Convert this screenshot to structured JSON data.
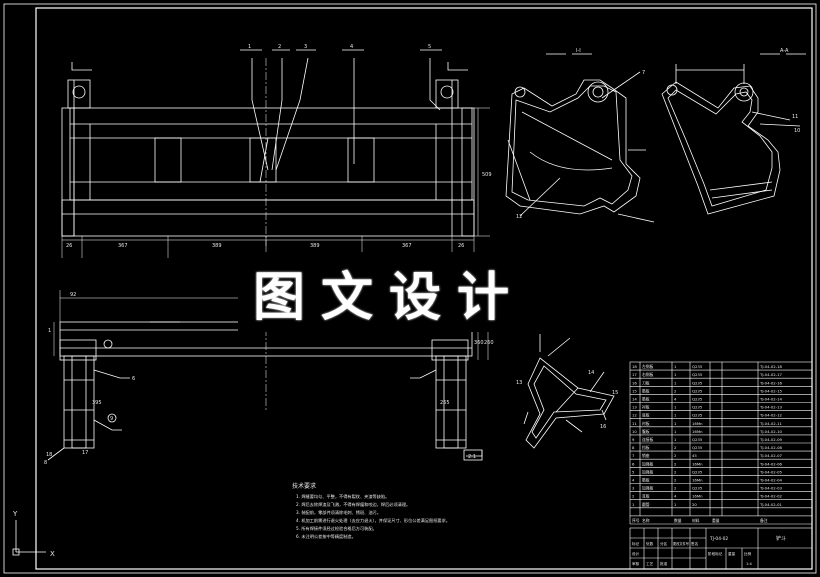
{
  "watermark": "图文设计",
  "views": {
    "section_1": "I-I",
    "section_2": "A-A",
    "detail_scale": "2:1"
  },
  "dimensions": {
    "front": [
      "26",
      "367",
      "389",
      "389",
      "367",
      "26",
      "509"
    ],
    "side": [
      "92",
      "1",
      "360",
      "260",
      "395",
      "265"
    ]
  },
  "balloons": [
    "1",
    "2",
    "3",
    "4",
    "5",
    "6",
    "7",
    "8",
    "9",
    "10",
    "11",
    "12",
    "13",
    "14",
    "15",
    "16",
    "17",
    "18"
  ],
  "tech_requirements": {
    "title": "技术要求",
    "lines": [
      "1. 焊缝要均匀、平整，不得有裂纹、夹渣等缺陷。",
      "2. 焊后去除焊渣及飞溅，不得有焊瘤和咬边，焊后必须清理。",
      "3. 装配前，零部件须清除毛刺、锈斑、油污。",
      "4. 机加工前需进行退火处理（去应力退火），并保证尺寸、形位公差满足图纸要求。",
      "5. 所有焊接件须经过检验合格后方可装配。",
      "6. 未注明公差按中等精度制造。"
    ]
  },
  "bom": {
    "headers": [
      "序号",
      "名称",
      "数量",
      "材料",
      "重量",
      "备注"
    ],
    "rows": [
      [
        "18",
        "左侧板",
        "1",
        "Q235",
        "",
        "TJ-04-02-18"
      ],
      [
        "17",
        "右侧板",
        "1",
        "Q235",
        "",
        "TJ-04-02-17"
      ],
      [
        "16",
        "刀板",
        "1",
        "Q235",
        "",
        "TJ-04-02-16"
      ],
      [
        "15",
        "筋板",
        "2",
        "Q235",
        "",
        "TJ-04-02-15"
      ],
      [
        "14",
        "筋板",
        "4",
        "Q235",
        "",
        "TJ-04-02-14"
      ],
      [
        "13",
        "衬板",
        "1",
        "Q235",
        "",
        "TJ-04-02-13"
      ],
      [
        "12",
        "底板",
        "1",
        "Q235",
        "",
        "TJ-04-02-12"
      ],
      [
        "11",
        "衬板",
        "1",
        "16Mn",
        "",
        "TJ-04-02-11"
      ],
      [
        "10",
        "腹板",
        "1",
        "16Mn",
        "",
        "TJ-04-02-10"
      ],
      [
        "9",
        "连接板",
        "1",
        "Q235",
        "",
        "TJ-04-02-09"
      ],
      [
        "8",
        "挡板",
        "2",
        "Q235",
        "",
        "TJ-04-02-08"
      ],
      [
        "7",
        "销座",
        "2",
        "45",
        "",
        "TJ-04-02-07"
      ],
      [
        "6",
        "加强板",
        "2",
        "16Mn",
        "",
        "TJ-04-02-06"
      ],
      [
        "5",
        "加强板",
        "2",
        "Q235",
        "",
        "TJ-04-02-05"
      ],
      [
        "4",
        "筋板",
        "2",
        "16Mn",
        "",
        "TJ-04-02-04"
      ],
      [
        "3",
        "加强板",
        "2",
        "Q235",
        "",
        "TJ-04-02-03"
      ],
      [
        "2",
        "耳板",
        "4",
        "16Mn",
        "",
        "TJ-04-02-02"
      ],
      [
        "1",
        "圆管",
        "1",
        "20",
        "",
        "TJ-04-02-01"
      ]
    ]
  },
  "title_block": {
    "drawing_no": "TJ-04-02",
    "name": "铲斗",
    "labels": [
      "标记",
      "处数",
      "分区",
      "更改文件号",
      "签名",
      "日期",
      "设计",
      "审核",
      "工艺",
      "批准",
      "阶段标记",
      "重量",
      "比例"
    ],
    "scale": "1:4"
  },
  "ucs": {
    "x": "X",
    "y": "Y"
  },
  "colors": {
    "line": "#ffffff",
    "text": "#e8e8e8",
    "background": "#000000"
  }
}
